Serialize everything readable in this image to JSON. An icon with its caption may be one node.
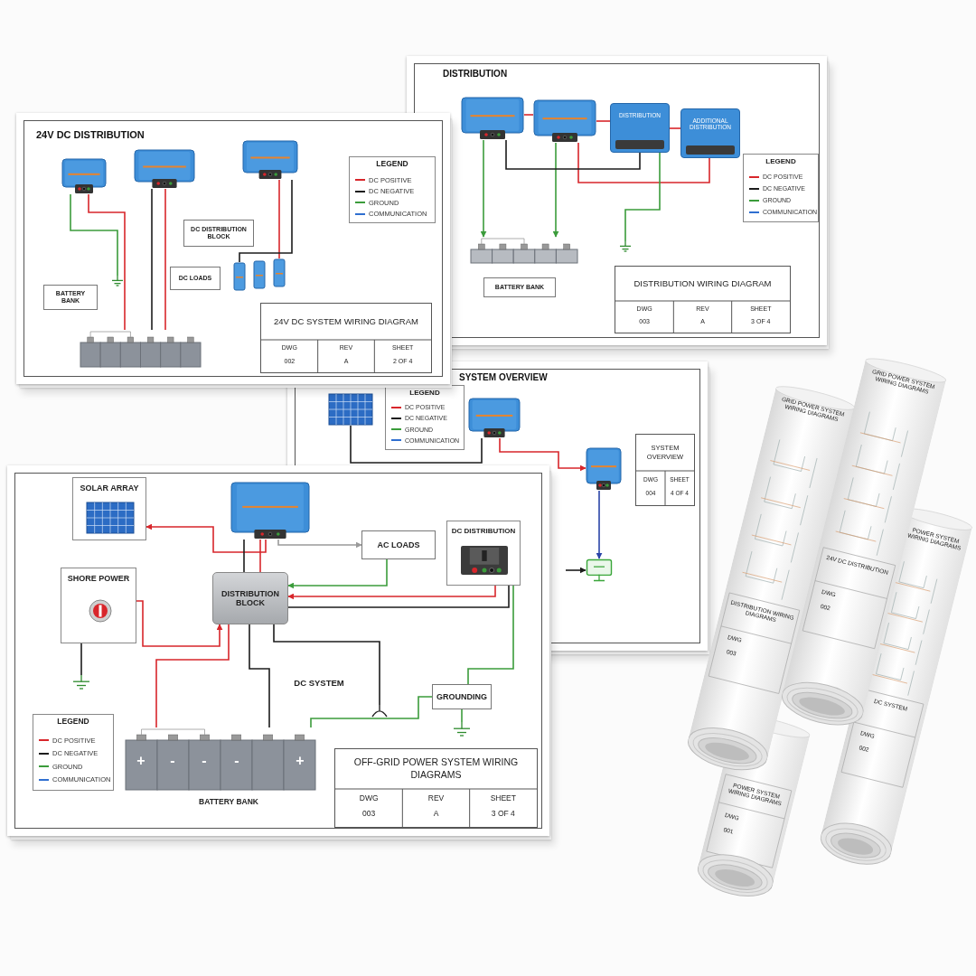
{
  "diagram": {
    "nodes": [
      {
        "text": [
          "24V DC DISTRIBUTION"
        ]
      },
      {
        "text": [],
        "shape": "picture",
        "in": 0
      },
      {
        "text": [],
        "shape": "picture",
        "in": 0
      },
      {
        "text": [],
        "shape": "picture",
        "in": 0
      },
      {
        "text": [
          "DC DISTRIBUTION BLOCK"
        ],
        "in": 0
      },
      {
        "text": [
          "DC LOADS"
        ],
        "in": 0
      },
      {
        "text": [],
        "shape": "picture",
        "in": 0
      },
      {
        "text": [],
        "shape": "picture",
        "in": 0
      },
      {
        "text": [],
        "shape": "picture",
        "in": 0
      },
      {
        "text": [
          "BATTERY BANK"
        ],
        "in": 0
      },
      {
        "text": [],
        "shape": "picture",
        "in": 0
      },
      {
        "text": [],
        "shape": "symbol",
        "in": 0
      },
      {
        "text": [
          "24V DC SYSTEM WIRING DIAGRAM"
        ],
        "in": 0
      },
      {
        "text": [
          "DISTRIBUTION"
        ]
      },
      {
        "text": [],
        "shape": "picture",
        "in": 13
      },
      {
        "text": [],
        "shape": "picture",
        "in": 13
      },
      {
        "text": [
          "DISTRIBUTION"
        ],
        "in": 13
      },
      {
        "text": [
          "ADDITIONAL DISTRIBUTION"
        ],
        "in": 13
      },
      {
        "text": [],
        "shape": "picture",
        "in": 13
      },
      {
        "text": [
          "BATTERY BANK"
        ],
        "in": 13
      },
      {
        "text": [],
        "shape": "symbol",
        "in": 13
      },
      {
        "text": [
          "DISTRIBUTION WIRING DIAGRAM"
        ],
        "in": 13
      },
      {
        "text": [
          "SYSTEM OVERVIEW"
        ]
      },
      {
        "text": [],
        "shape": "picture",
        "in": 22
      },
      {
        "text": [],
        "shape": "picture",
        "in": 22
      },
      {
        "text": [],
        "shape": "picture",
        "in": 22
      },
      {
        "text": [
          "SYSTEM OVERVIEW"
        ],
        "in": 22
      },
      {
        "text": [],
        "shape": "picture",
        "in": 22
      },
      {
        "text": [],
        "shape": "box"
      },
      {
        "text": [
          "SOLAR ARRAY"
        ],
        "in": 28
      },
      {
        "text": [],
        "shape": "picture",
        "in": 29
      },
      {
        "text": [],
        "shape": "picture",
        "in": 28
      },
      {
        "text": [
          "SHORE POWER"
        ],
        "in": 28
      },
      {
        "text": [],
        "shape": "picture",
        "in": 32
      },
      {
        "text": [
          "DISTRIBUTION BLOCK"
        ],
        "in": 28
      },
      {
        "text": [
          "AC LOADS"
        ]
      },
      {
        "text": [
          "DC DISTRIBUTION"
        ]
      },
      {
        "text": [],
        "shape": "picture",
        "in": 36
      },
      {
        "text": [],
        "shape": "symbol",
        "in": 28
      },
      {
        "text": [],
        "shape": "symbol",
        "in": 28
      },
      {
        "text": [
          "GROUNDING"
        ],
        "in": 28
      },
      {
        "text": [],
        "shape": "symbol",
        "in": 28
      },
      {
        "text": [],
        "shape": "picture",
        "in": 28
      },
      {
        "text": [
          "OFF-GRID POWER SYSTEM WIRING DIAGRAMS"
        ],
        "in": 28
      }
    ],
    "edges": [
      {
        "from": 1,
        "to": 10,
        "arrow": "none",
        "color": "#d8262b"
      },
      {
        "from": 2,
        "to": 10,
        "arrow": "none",
        "color": "#d8262b"
      },
      {
        "from": 2,
        "to": 10,
        "arrow": "none",
        "color": "#1c1c1c"
      },
      {
        "from": 3,
        "to": 8,
        "arrow": "none",
        "color": "#d8262b"
      },
      {
        "from": 3,
        "to": 6,
        "arrow": "none",
        "color": "#1c1c1c"
      },
      {
        "from": 1,
        "to": 11,
        "arrow": "none",
        "color": "#3b9c3b"
      },
      {
        "from": 14,
        "to": 18,
        "arrow": "to",
        "color": "#3b9c3b"
      },
      {
        "from": 15,
        "to": 18,
        "arrow": "to",
        "color": "#3b9c3b"
      },
      {
        "from": 14,
        "to": 15,
        "arrow": "none",
        "color": "#d8262b"
      },
      {
        "from": 15,
        "to": 16,
        "arrow": "none",
        "color": "#d8262b"
      },
      {
        "from": 16,
        "to": 17,
        "arrow": "none",
        "color": "#d8262b"
      },
      {
        "from": 15,
        "to": 17,
        "arrow": "none",
        "color": "#d8262b"
      },
      {
        "from": 14,
        "to": 16,
        "arrow": "none",
        "color": "#1c1c1c"
      },
      {
        "from": 16,
        "to": 20,
        "arrow": "none",
        "color": "#3b9c3b"
      },
      {
        "from": 23,
        "to": 24,
        "arrow": "none",
        "color": "#1c1c1c"
      },
      {
        "from": 24,
        "to": 25,
        "arrow": "to",
        "color": "#d8262b"
      },
      {
        "from": 25,
        "to": 27,
        "arrow": "to",
        "color": "#2a44a8"
      },
      {
        "from": null,
        "to": 27,
        "arrow": "to",
        "color": "#1c1c1c"
      },
      {
        "from": 31,
        "to": 29,
        "arrow": "to",
        "color": "#d8262b"
      },
      {
        "from": 31,
        "to": 34,
        "arrow": "none",
        "color": "#1c1c1c"
      },
      {
        "from": 31,
        "to": 34,
        "arrow": "none",
        "color": "#d8262b"
      },
      {
        "from": 31,
        "to": 35,
        "arrow": "to",
        "color": "#9a9a9a"
      },
      {
        "from": 35,
        "to": 34,
        "arrow": "to",
        "color": "#3b9c3b"
      },
      {
        "from": 36,
        "to": 34,
        "arrow": "to",
        "color": "#d8262b"
      },
      {
        "from": 34,
        "to": 36,
        "arrow": "none",
        "color": "#1c1c1c"
      },
      {
        "from": 34,
        "to": 42,
        "arrow": "none",
        "color": "#d8262b"
      },
      {
        "from": 34,
        "to": 42,
        "arrow": "none",
        "color": "#1c1c1c"
      },
      {
        "from": 32,
        "to": 34,
        "arrow": "to",
        "color": "#d8262b"
      },
      {
        "from": 32,
        "to": 38,
        "arrow": "none",
        "color": "#1c1c1c"
      },
      {
        "from": 36,
        "to": 40,
        "arrow": "none",
        "color": "#3b9c3b"
      },
      {
        "from": 40,
        "to": 41,
        "arrow": "none",
        "color": "#3b9c3b"
      },
      {
        "from": 42,
        "to": 40,
        "arrow": "none",
        "color": "#3b9c3b"
      },
      {
        "from": 34,
        "to": 39,
        "arrow": "none",
        "color": "#1c1c1c"
      }
    ],
    "labels": [
      "LEGEND",
      "DWG",
      "002",
      "REV",
      "A",
      "SHEET",
      "2 OF 4",
      "LEGEND",
      "DWG",
      "003",
      "REV",
      "A",
      "SHEET",
      "3 OF 4",
      "LEGEND",
      "DWG",
      "004",
      "SHEET",
      "4 OF 4",
      "DC SYSTEM",
      "+",
      "-",
      "-",
      "-",
      "+",
      "BATTERY BANK",
      "LEGEND",
      "DWG",
      "003",
      "REV",
      "A",
      "SHEET",
      "3 OF 4",
      "GRID POWER SYSTEM WIRING DIAGRAMS",
      "DISTRIBUTION WIRING DIAGRAMS",
      "DWG",
      "003",
      "GRID POWER SYSTEM WIRING DIAGRAMS",
      "24V DC DISTRIBUTION",
      "DWG",
      "002",
      "POWER SYSTEM WIRING DIAGRAMS",
      "DC SYSTEM",
      "DWG",
      "002",
      "POWER SYSTEM WIRING DIAGRAMS",
      "DWG",
      "001"
    ],
    "legend": [
      {
        "text": "DC POSITIVE",
        "color": "#d8262b"
      },
      {
        "text": "DC NEGATIVE",
        "color": "#1c1c1c"
      },
      {
        "text": "GROUND",
        "color": "#3b9c3b"
      },
      {
        "text": "COMMUNICATION",
        "color": "#2f6fd0"
      },
      {
        "text": "DC POSITIVE",
        "color": "#d8262b"
      },
      {
        "text": "DC NEGATIVE",
        "color": "#1c1c1c"
      },
      {
        "text": "GROUND",
        "color": "#3b9c3b"
      },
      {
        "text": "COMMUNICATION",
        "color": "#2f6fd0"
      },
      {
        "text": "DC POSITIVE",
        "color": "#d8262b"
      },
      {
        "text": "DC NEGATIVE",
        "color": "#1c1c1c"
      },
      {
        "text": "GROUND",
        "color": "#3b9c3b"
      },
      {
        "text": "COMMUNICATION",
        "color": "#2f6fd0"
      },
      {
        "text": "DC POSITIVE",
        "color": "#d8262b"
      },
      {
        "text": "DC NEGATIVE",
        "color": "#1c1c1c"
      },
      {
        "text": "GROUND",
        "color": "#3b9c3b"
      },
      {
        "text": "COMMUNICATION",
        "color": "#2f6fd0"
      }
    ]
  }
}
